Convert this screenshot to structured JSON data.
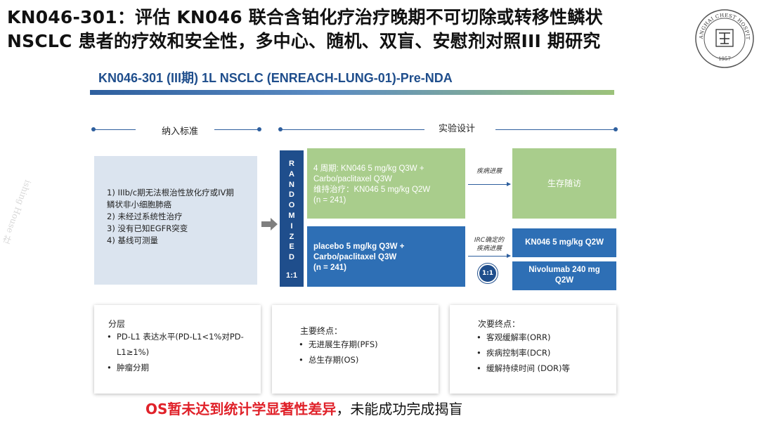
{
  "title": {
    "line1": "KN046-301：评估 KN046 联合含铂化疗治疗晚期不可切除或转移性鳞状",
    "line2": "NSCLC 患者的疗效和安全性，多中心、随机、双盲、安慰剂对照III 期研究"
  },
  "logo": {
    "top_text": "SHANGHAI CHEST HOSPITAL",
    "year": "1957",
    "icon": "hospital-seal-icon"
  },
  "watermark": "ishing House 社",
  "slide_heading": "KN046-301 (III期) 1L NSCLC (ENREACH-LUNG-01)-Pre-NDA",
  "sections": {
    "inclusion_label": "纳入标准",
    "design_label": "实验设计"
  },
  "inclusion_criteria": [
    "1) IIIb/c期无法根治性放化疗或IV期",
    "鳞状非小细胞肺癌",
    "2) 未经过系统性治疗",
    "3) 没有已知EGFR突变",
    "4) 基线可测量"
  ],
  "randomization": {
    "letters": [
      "R",
      "A",
      "N",
      "D",
      "O",
      "M",
      "I",
      "Z",
      "E",
      "D"
    ],
    "ratio": "1:1"
  },
  "arms": {
    "experimental": [
      "4 周期: KN046 5 mg/kg Q3W +",
      "Carbo/paclitaxel Q3W",
      "维持治疗：KN046 5 mg/kg Q2W",
      "(n = 241)"
    ],
    "control": [
      "placebo 5 mg/kg Q3W +",
      "Carbo/paclitaxel Q3W",
      "(n = 241)"
    ]
  },
  "transitions": {
    "progression": "疾病进展",
    "irc_progression_1": "IRC确定的",
    "irc_progression_2": "疾病进展",
    "crossover_ratio": "1:1"
  },
  "outcomes": {
    "survival_followup": "生存随访",
    "kn046_arm": "KN046 5 mg/kg Q2W",
    "nivolumab_line1": "Nivolumab 240 mg",
    "nivolumab_line2": "Q2W"
  },
  "stratification": {
    "heading": "分层",
    "items": [
      "PD-L1 表达水平(PD-L1<1%对PD-L1≥1%)",
      "肿瘤分期"
    ]
  },
  "primary_endpoints": {
    "heading": "主要终点：",
    "items": [
      "无进展生存期(PFS)",
      "总生存期(OS)"
    ]
  },
  "secondary_endpoints": {
    "heading": "次要终点：",
    "items": [
      "客观缓解率(ORR)",
      "疾病控制率(DCR)",
      "缓解持续时间 (DOR)等"
    ]
  },
  "conclusion": {
    "highlight": "OS暂未达到统计学显著性差异",
    "rest": "，未能成功完成揭盲"
  },
  "colors": {
    "navy": "#1f4e8c",
    "blue": "#2e6fb5",
    "green": "#a9cd8c",
    "light_blue": "#dbe4ef",
    "red": "#e0222a"
  }
}
